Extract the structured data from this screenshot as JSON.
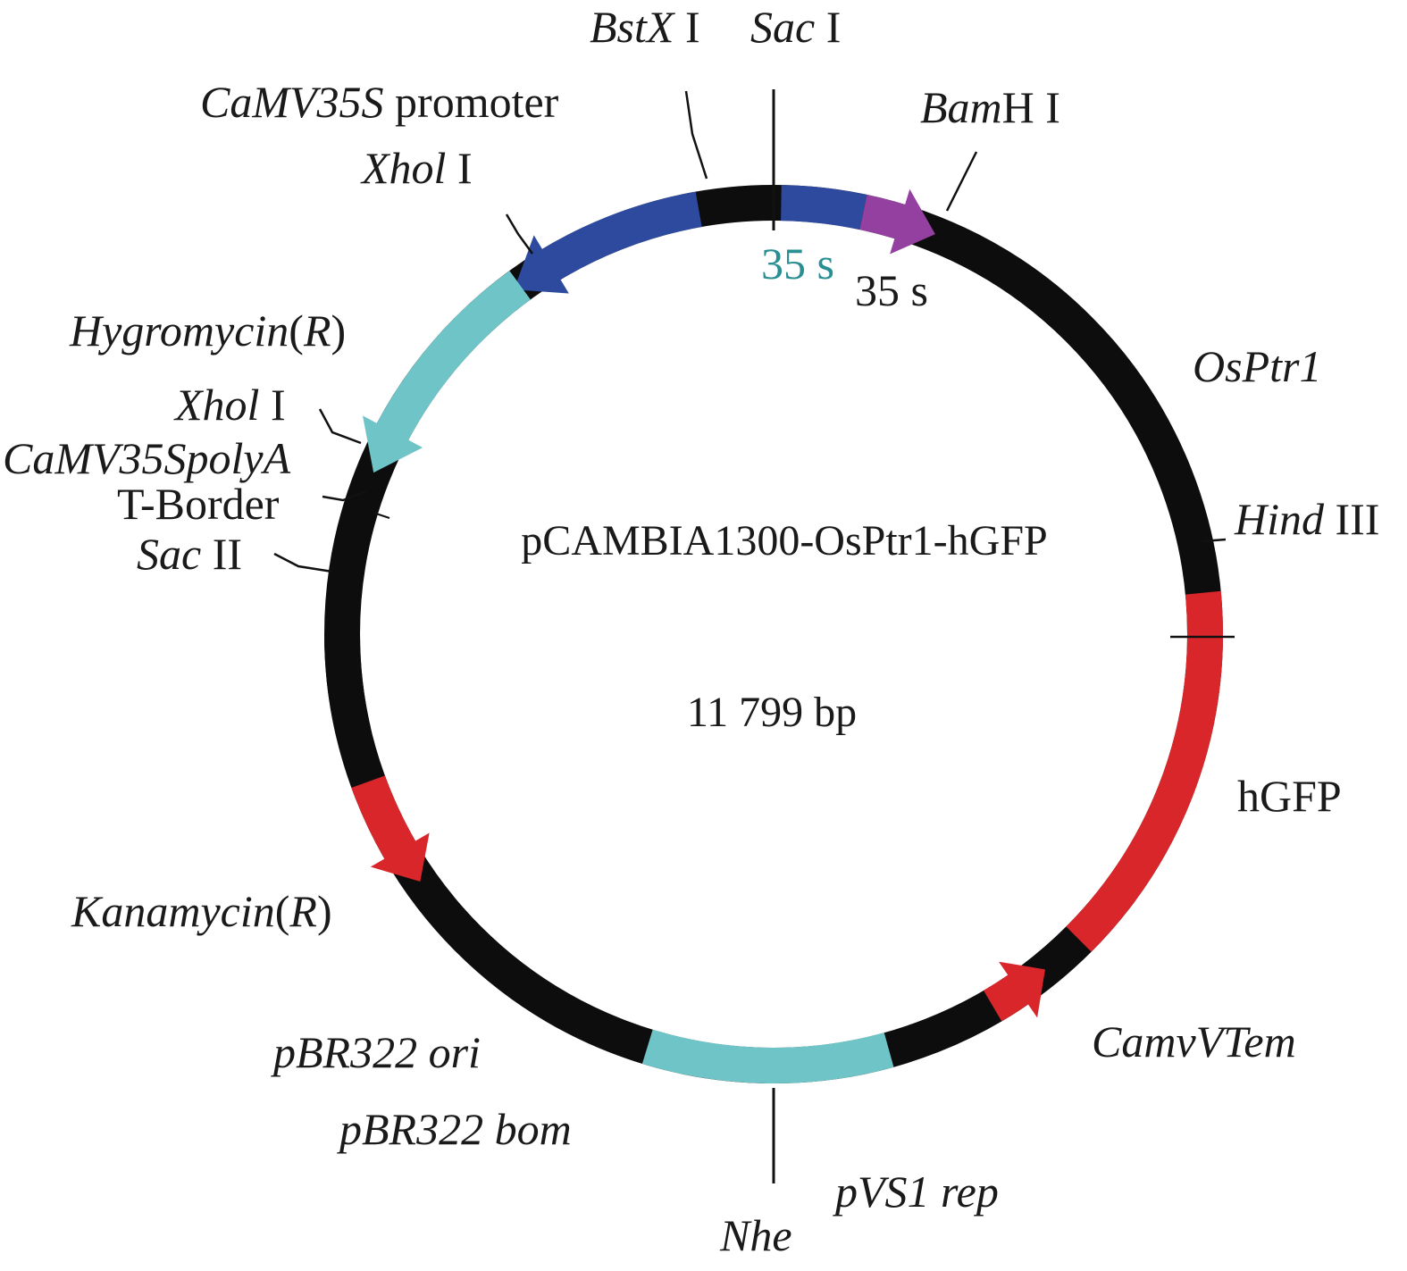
{
  "plasmid": {
    "name": "pCAMBIA1300-OsPtr1-hGFP",
    "size": "11 799 bp"
  },
  "colors": {
    "backbone": "#0d0d0d",
    "promoter_blue": "#2e4a9e",
    "bamhi_purple": "#9440a0",
    "hygromycin_cyan": "#6ec4c6",
    "hgfp_red": "#d8262b",
    "camvtem_red": "#d8262b",
    "kanamycin_red": "#d8262b",
    "pvs1_cyan": "#6ec4c6",
    "teal_text": "#2a8f92"
  },
  "labels": {
    "bstx": {
      "name": "BstX",
      "suffix": " I"
    },
    "sac": {
      "name": "Sac",
      "suffix": " I"
    },
    "bamh": {
      "name": "Bam",
      "suffix": "H I"
    },
    "camv_promoter": {
      "name": "CaMV35S",
      "suffix": " promoter"
    },
    "xhol_top": {
      "name": "Xhol",
      "suffix": " I"
    },
    "hygromycin": {
      "name": "Hygromycin",
      "open": "(",
      "r": "R",
      "close": ")"
    },
    "xhol_mid": {
      "name": "Xhol",
      "suffix": " I"
    },
    "camv_polya": "CaMV35SpolyA",
    "t_border": "T-Border",
    "sac2": {
      "name": "Sac",
      "suffix": " II"
    },
    "kanamycin": {
      "name": "Kanamycin",
      "open": "(",
      "r": "R",
      "close": ")"
    },
    "pbr322_ori": "pBR322 ori",
    "pbr322_bom": "pBR322 bom",
    "nhe": "Nhe",
    "pvs1_rep": "pVS1 rep",
    "camvtem": "CamvVTem",
    "hgfp": "hGFP",
    "hind": {
      "name": "Hind",
      "suffix": " III"
    },
    "osptr1": "OsPtr1",
    "s35_teal": "35 s",
    "s35_black": "35 s"
  }
}
